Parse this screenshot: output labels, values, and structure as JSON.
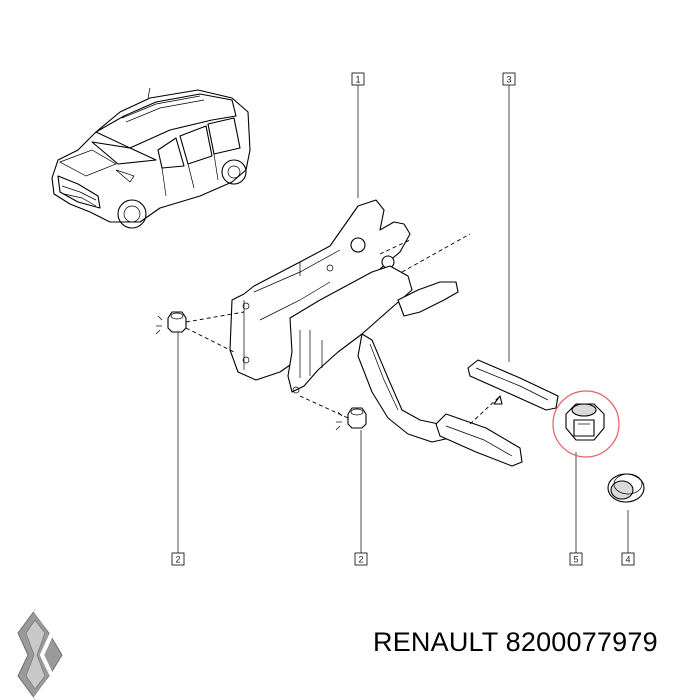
{
  "callouts": {
    "c1": "1",
    "c2a": "2",
    "c2b": "2",
    "c3": "3",
    "c4": "4",
    "c5": "5"
  },
  "footer": {
    "brand_part": "RENAULT 8200077979"
  },
  "highlight_color": "#e06060",
  "logo_icon": "renault-diamond-logo"
}
